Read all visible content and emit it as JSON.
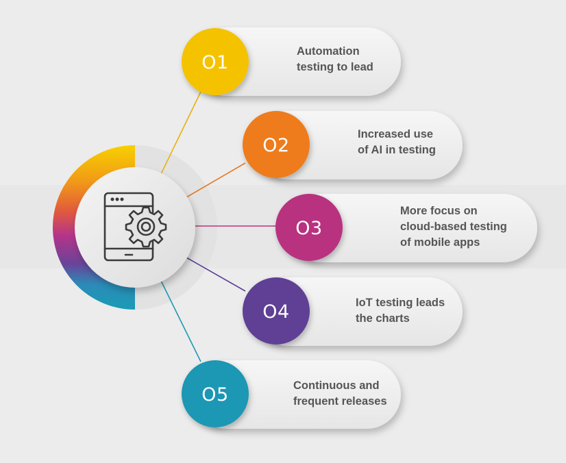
{
  "center": {
    "icon": "tablet-gear-icon"
  },
  "steps": [
    {
      "number": "O1",
      "lines": [
        "Automation",
        "testing to lead"
      ],
      "color": "#f5c200"
    },
    {
      "number": "O2",
      "lines": [
        "Increased use",
        "of AI in testing"
      ],
      "color": "#ee7b1c"
    },
    {
      "number": "O3",
      "lines": [
        "More focus on",
        "cloud-based testing",
        "of mobile apps"
      ],
      "color": "#b8327f"
    },
    {
      "number": "O4",
      "lines": [
        "IoT testing leads",
        "the charts"
      ],
      "color": "#5e3f95"
    },
    {
      "number": "O5",
      "lines": [
        "Continuous and",
        "frequent releases"
      ],
      "color": "#1e97b4"
    }
  ]
}
